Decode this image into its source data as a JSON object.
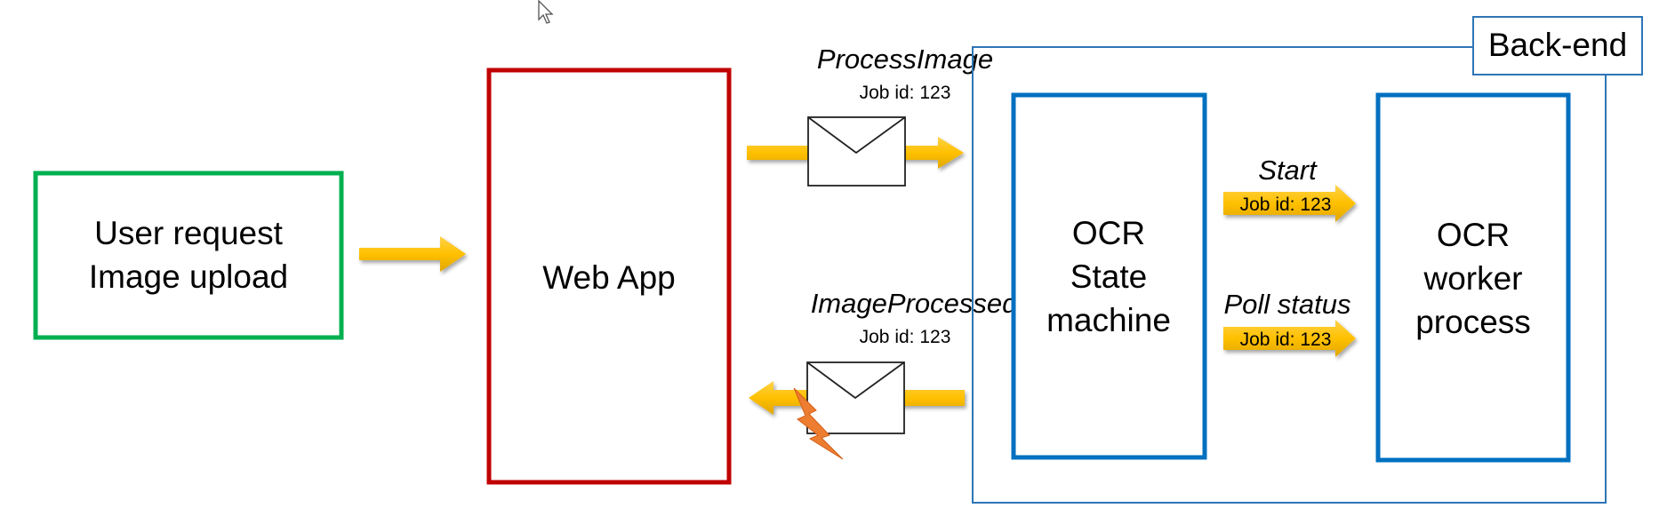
{
  "diagram": {
    "user_box": {
      "lines": [
        "User request",
        "Image upload"
      ],
      "border": "#00b050"
    },
    "webapp_box": {
      "label": "Web App",
      "border": "#c00000"
    },
    "backend": {
      "title": "Back-end",
      "border": "#2e75b6"
    },
    "state_box": {
      "lines": [
        "OCR",
        "State",
        "machine"
      ],
      "border": "#0070c0"
    },
    "worker_box": {
      "lines": [
        "OCR",
        "worker",
        "process"
      ],
      "border": "#0070c0"
    },
    "process_image": {
      "label": "ProcessImage",
      "job": "Job id: 123"
    },
    "image_processed": {
      "label": "ImageProcessed",
      "job": "Job id: 123"
    },
    "start": {
      "label": "Start",
      "job": "Job id: 123"
    },
    "poll": {
      "label": "Poll status",
      "job": "Job id: 123"
    },
    "colors": {
      "arrow": "#ffc000",
      "arrow_dark": "#e6a800",
      "lightning": "#ed7d31"
    }
  }
}
